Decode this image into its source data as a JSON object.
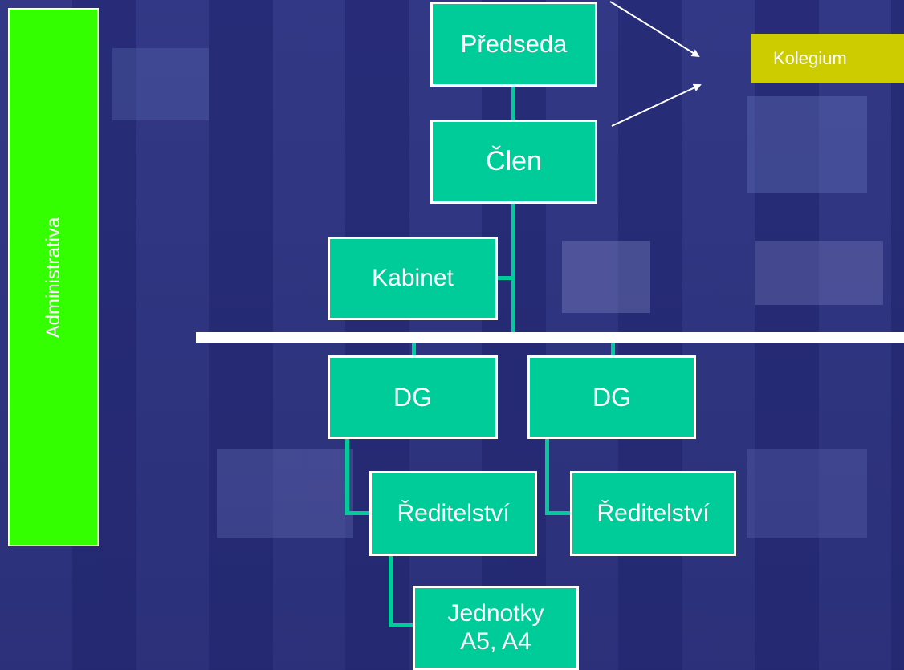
{
  "sidebar": {
    "label": "Administrativa"
  },
  "kolegium": {
    "label": "Kolegium"
  },
  "org": {
    "predseda": "Předseda",
    "clen": "Člen",
    "kabinet": "Kabinet",
    "dg_left": "DG",
    "dg_right": "DG",
    "reditelstvi_left": "Ředitelství",
    "reditelstvi_right": "Ředitelství",
    "jednotky_line1": "Jednotky",
    "jednotky_line2": "A5, A4"
  },
  "colors": {
    "box_fill": "#00cc99",
    "admin_fill": "#33ff00",
    "kolegium_fill": "#cccc00",
    "background": "#2b3080"
  }
}
